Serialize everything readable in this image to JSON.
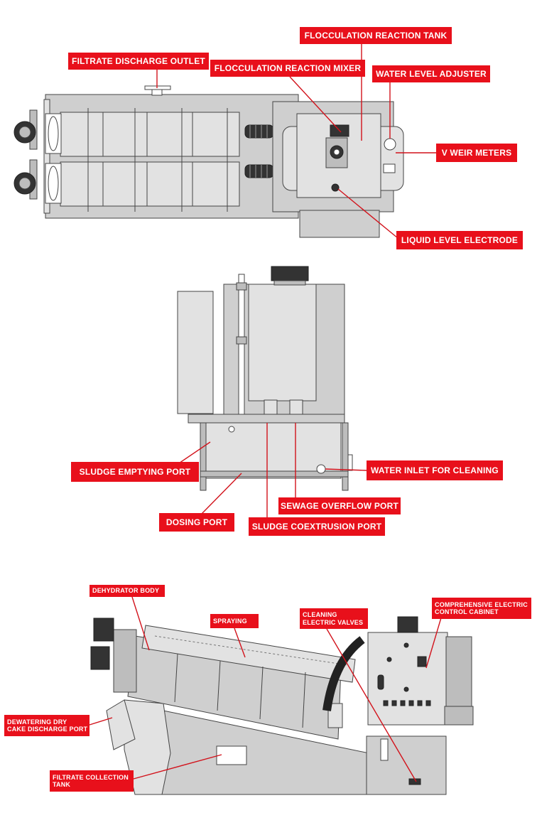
{
  "colors": {
    "label_bg": "#e8101b",
    "label_text": "#ffffff",
    "leader": "#d2121b",
    "machine": "#cfcfcf"
  },
  "top_view": {
    "labels": {
      "flocculation_reaction_tank": "FLOCCULATION REACTION TANK",
      "filtrate_discharge_outlet": "FILTRATE DISCHARGE OUTLET",
      "flocculation_reaction_mixer": "FLOCCULATION REACTION MIXER",
      "water_level_adjuster": "WATER LEVEL ADJUSTER",
      "v_weir_meters": "V WEIR METERS",
      "liquid_level_electrode": "LIQUID LEVEL ELECTRODE"
    }
  },
  "front_view": {
    "labels": {
      "sludge_emptying_port": "SLUDGE EMPTYING PORT",
      "water_inlet_for_cleaning": "WATER INLET FOR CLEANING",
      "sewage_overflow_port": "SEWAGE OVERFLOW PORT",
      "dosing_port": "DOSING PORT",
      "sludge_coextrusion_port": "SLUDGE COEXTRUSION PORT"
    }
  },
  "side_view": {
    "labels": {
      "dehydrator_body": "DEHYDRATOR BODY",
      "spraying": "SPRAYING",
      "cleaning_electric_valves_1": "CLEANING",
      "cleaning_electric_valves_2": "ELECTRIC VALVES",
      "control_cabinet_1": "COMPREHENSIVE ELECTRIC",
      "control_cabinet_2": "CONTROL CABINET",
      "dry_cake_discharge_1": "DEWATERING DRY",
      "dry_cake_discharge_2": "CAKE DISCHARGE PORT",
      "filtrate_collection_tank_1": "FILTRATE COLLECTION",
      "filtrate_collection_tank_2": "TANK"
    }
  }
}
